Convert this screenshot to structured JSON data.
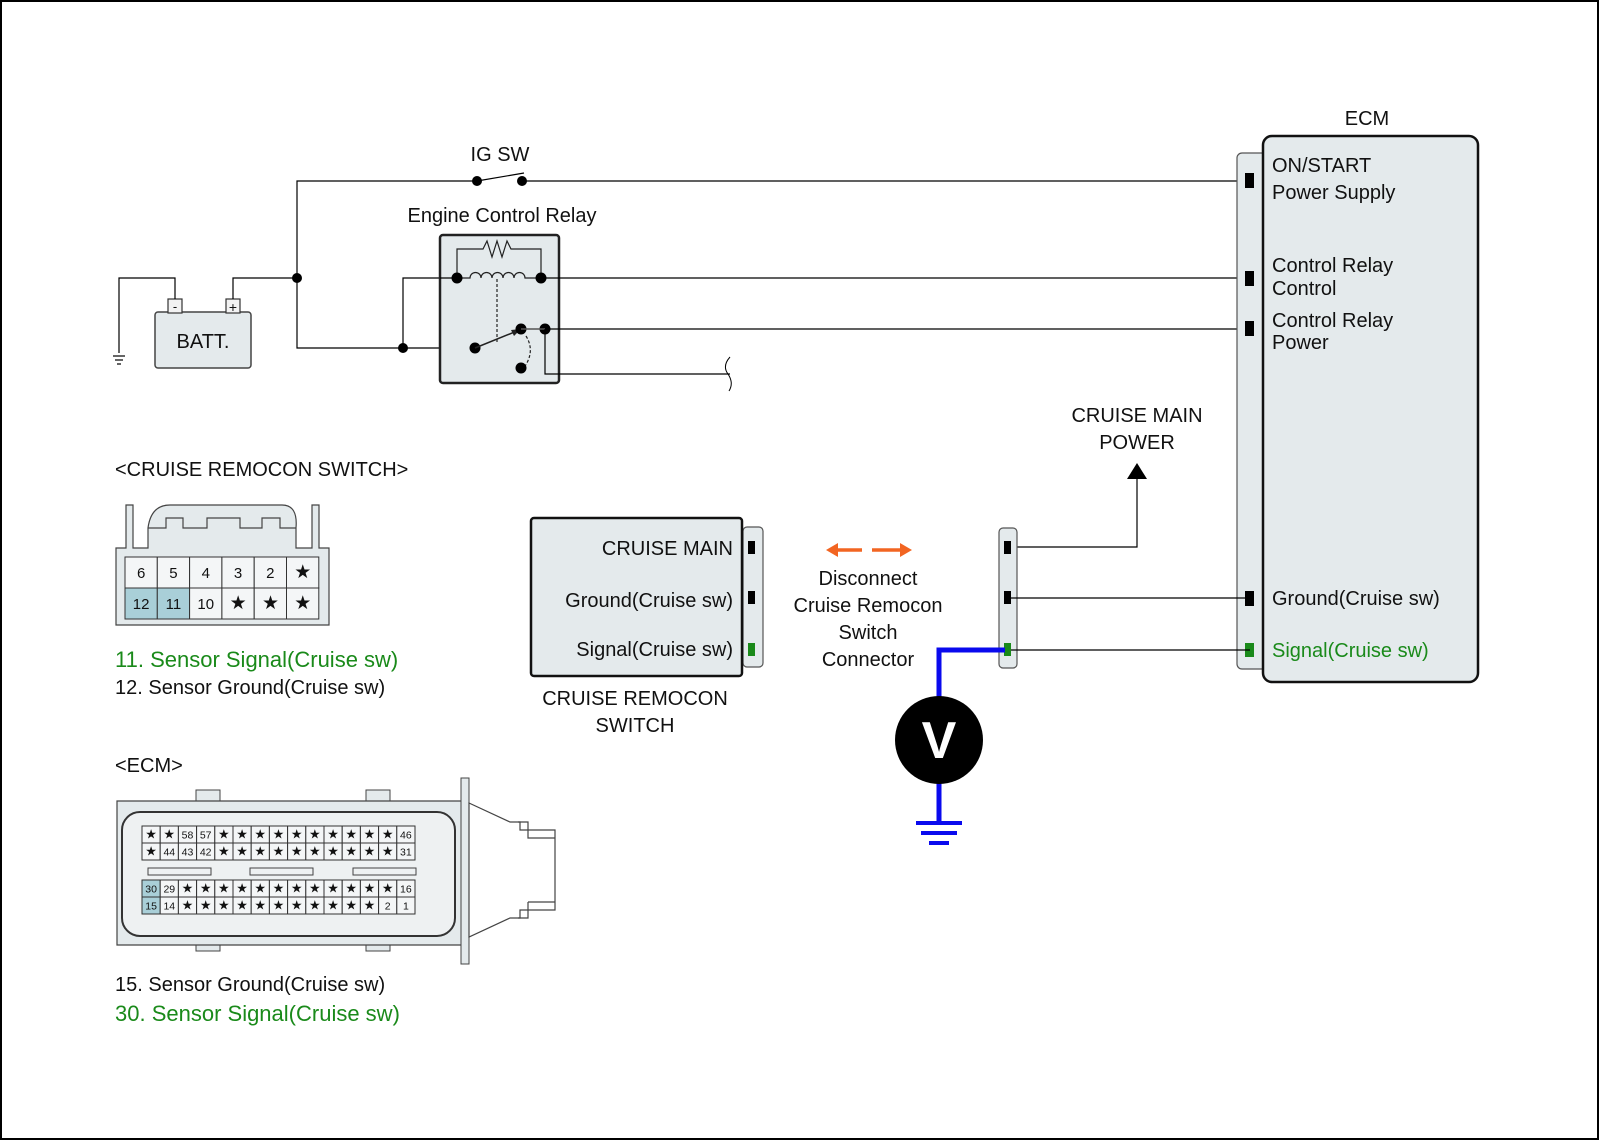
{
  "colors": {
    "wire": "#000000",
    "component_fill": "#e4eaec",
    "highlight_pin": "#a9cfd8",
    "signal_text": "#1a8a1a",
    "signal_pin": "#1a8a1a",
    "meter_lead": "#0000ee",
    "disconnect_arrow": "#f26522"
  },
  "power": {
    "ig_sw_label": "IG SW",
    "relay_label": "Engine Control Relay",
    "battery_label": "BATT.",
    "battery_neg": "-",
    "battery_pos": "+",
    "ground_icon": "ground-icon"
  },
  "ecm": {
    "title": "ECM",
    "pins": [
      {
        "line1": "ON/START",
        "line2": "Power Supply"
      },
      {
        "line1": "Control Relay",
        "line2": "Control"
      },
      {
        "line1": "Control Relay",
        "line2": "Power"
      },
      {
        "line1": "Ground(Cruise sw)",
        "line2": ""
      },
      {
        "line1": "Signal(Cruise sw)",
        "line2": ""
      }
    ]
  },
  "cruise_main_power": {
    "line1": "CRUISE MAIN",
    "line2": "POWER"
  },
  "remocon_switch": {
    "pins": [
      "CRUISE MAIN",
      "Ground(Cruise sw)",
      "Signal(Cruise sw)"
    ],
    "caption_line1": "CRUISE REMOCON",
    "caption_line2": "SWITCH"
  },
  "disconnect_note": [
    "Disconnect",
    "Cruise Remocon",
    "Switch",
    "Connector"
  ],
  "voltmeter": {
    "symbol": "V"
  },
  "remocon_connector": {
    "title": "<CRUISE REMOCON SWITCH>",
    "rows": [
      [
        "6",
        "5",
        "4",
        "3",
        "2",
        "*"
      ],
      [
        "12",
        "11",
        "10",
        "*",
        "*",
        "*"
      ]
    ],
    "highlighted": [
      "12",
      "11"
    ],
    "legend": [
      {
        "text": "11. Sensor Signal(Cruise sw)",
        "signal": true
      },
      {
        "text": "12. Sensor Ground(Cruise sw)",
        "signal": false
      }
    ]
  },
  "ecm_connector": {
    "title": "<ECM>",
    "rows": [
      [
        "*",
        "*",
        "58",
        "57",
        "*",
        "*",
        "*",
        "*",
        "*",
        "*",
        "*",
        "*",
        "*",
        "*",
        "46"
      ],
      [
        "*",
        "44",
        "43",
        "42",
        "*",
        "*",
        "*",
        "*",
        "*",
        "*",
        "*",
        "*",
        "*",
        "*",
        "31"
      ],
      [
        "30",
        "29",
        "*",
        "*",
        "*",
        "*",
        "*",
        "*",
        "*",
        "*",
        "*",
        "*",
        "*",
        "*",
        "16"
      ],
      [
        "15",
        "14",
        "*",
        "*",
        "*",
        "*",
        "*",
        "*",
        "*",
        "*",
        "*",
        "*",
        "*",
        "2",
        "1"
      ]
    ],
    "highlighted": [
      "30",
      "15"
    ],
    "legend": [
      {
        "text": "15. Sensor Ground(Cruise sw)",
        "signal": false
      },
      {
        "text": "30. Sensor Signal(Cruise sw)",
        "signal": true
      }
    ]
  }
}
